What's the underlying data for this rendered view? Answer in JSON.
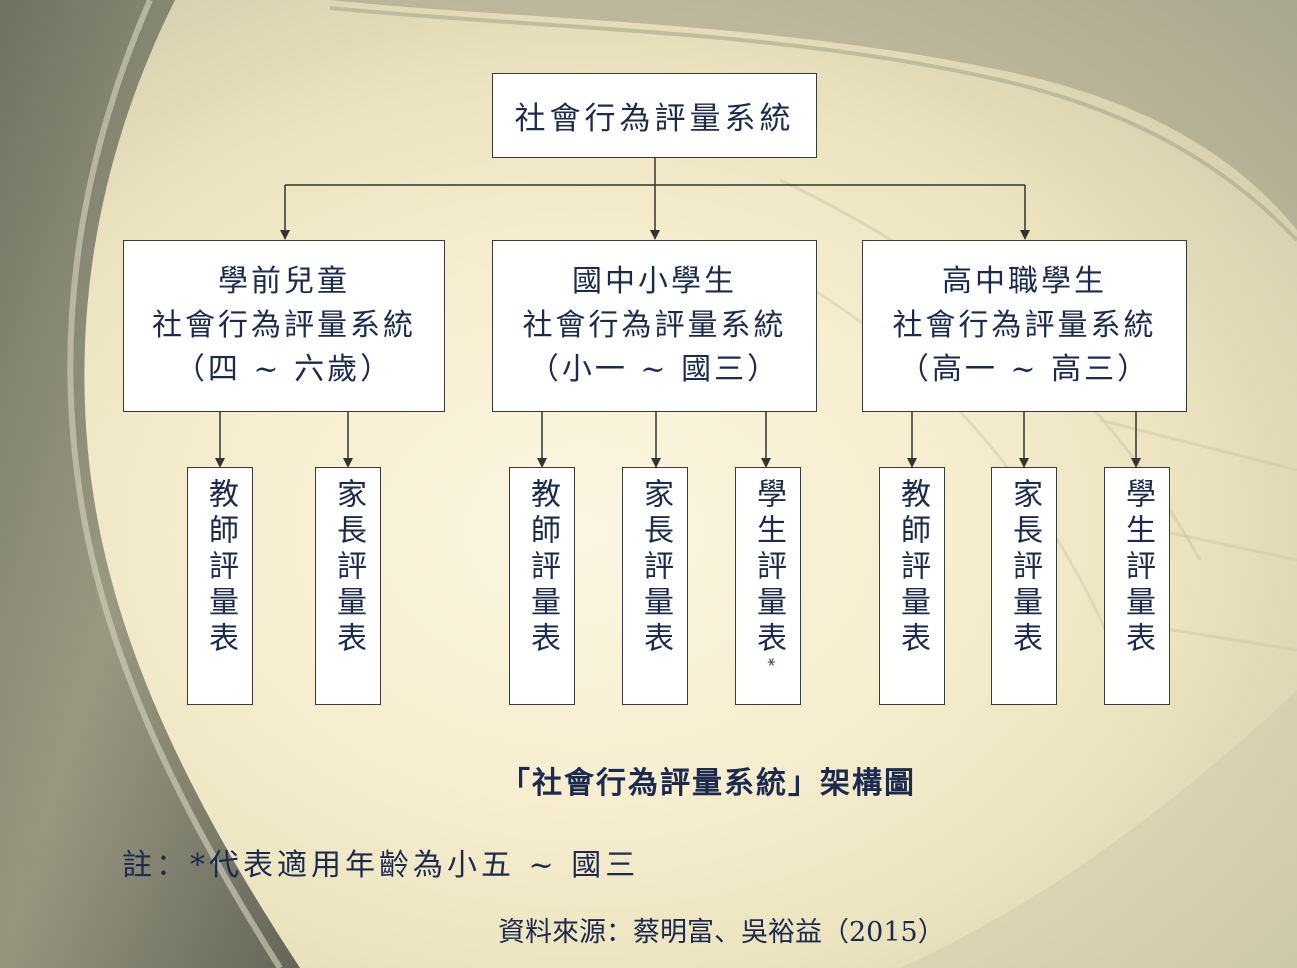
{
  "root": {
    "label": "社會行為評量系統"
  },
  "branches": [
    {
      "lines": [
        "學前兒童",
        "社會行為評量系統",
        "（四 ~ 六歲）"
      ],
      "leaves": [
        {
          "label": "教師評量表"
        },
        {
          "label": "家長評量表"
        }
      ]
    },
    {
      "lines": [
        "國中小學生",
        "社會行為評量系統",
        "（小一 ~ 國三）"
      ],
      "leaves": [
        {
          "label": "教師評量表"
        },
        {
          "label": "家長評量表"
        },
        {
          "label": "學生評量表",
          "mark": "*"
        }
      ]
    },
    {
      "lines": [
        "高中職學生",
        "社會行為評量系統",
        "（高一 ~ 高三）"
      ],
      "leaves": [
        {
          "label": "教師評量表"
        },
        {
          "label": "家長評量表"
        },
        {
          "label": "學生評量表"
        }
      ]
    }
  ],
  "caption": "「社會行為評量系統」架構圖",
  "note": "註：*代表適用年齡為小五 ~ 國三",
  "source": "資料來源：蔡明富、吳裕益（2015）",
  "colors": {
    "text": "#1b2a4e",
    "box_border": "#3a3a3a",
    "box_fill": "#ffffff",
    "connector": "#333333"
  }
}
